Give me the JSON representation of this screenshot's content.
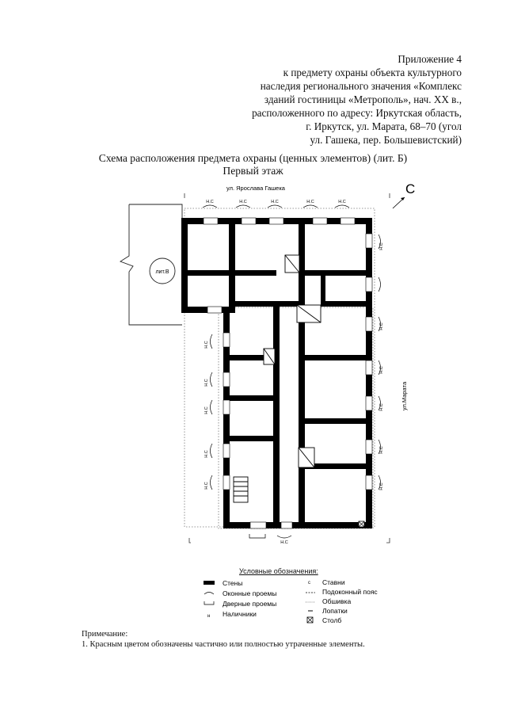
{
  "header": {
    "lines": [
      "Приложение 4",
      "к предмету охраны объекта культурного",
      "наследия регионального значения «Комплекс",
      "зданий гостиницы «Метрополь», нач. XX в.,",
      "расположенного по адресу: Иркутская область,",
      "г. Иркутск, ул. Марата, 68–70 (угол",
      "ул. Гашека, пер. Большевистский)"
    ]
  },
  "title": {
    "line1": "Схема расположения предмета охраны (ценных элементов) (лит. Б)",
    "line2": "Первый этаж"
  },
  "plan": {
    "north_letter": "С",
    "street_top": "ул. Ярослава Гашека",
    "street_right": "ул.Марата",
    "annex_label": "лит.В",
    "window_mark": "Н.С"
  },
  "legend": {
    "title": "Условные обозначения:",
    "left": [
      "Стены",
      "Оконные проемы",
      "Дверные проемы",
      "Наличники"
    ],
    "left_symbols": [
      "",
      "",
      "",
      "н"
    ],
    "right": [
      "Ставни",
      "Подоконный пояс",
      "Обшивка",
      "Лопатки",
      "Столб"
    ],
    "right_symbols": [
      "с",
      "",
      "",
      "",
      ""
    ]
  },
  "notes": {
    "heading": "Примечание:",
    "items": [
      "1. Красным цветом обозначены частично или полностью утраченные элементы."
    ]
  }
}
